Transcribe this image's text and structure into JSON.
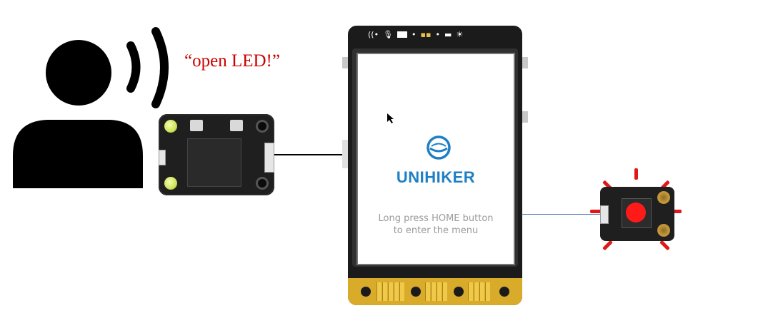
{
  "quote": "“open LED!”",
  "device": {
    "brand": "UNIHIKER",
    "hint_line1": "Long press HOME button",
    "hint_line2": "to enter the menu"
  },
  "colors": {
    "quote": "#cc0000",
    "brand": "#1e7fc4",
    "led": "#ff1a1a",
    "wire_led": "#4a6fb0"
  },
  "icons": [
    "person-icon",
    "sound-wave-icon",
    "voice-module-icon",
    "unihiker-logo-icon",
    "cursor-icon",
    "led-module-icon"
  ]
}
